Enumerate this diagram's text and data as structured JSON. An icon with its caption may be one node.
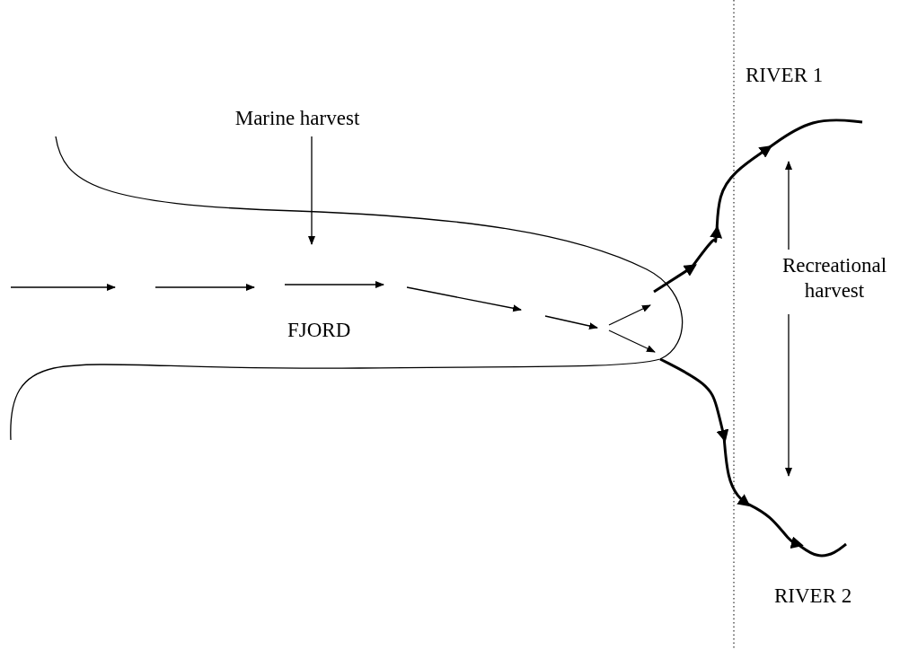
{
  "diagram": {
    "nodes": [
      {
        "text": [
          "FJORD"
        ]
      },
      {
        "text": [
          "Marine harvest"
        ]
      },
      {
        "text": [
          "Recreational harvest"
        ]
      },
      {
        "text": [],
        "shape": "line"
      },
      {
        "text": [],
        "shape": "line"
      }
    ],
    "edges": [
      {
        "from": 1,
        "to": 0,
        "arrow": "to"
      },
      {
        "from": 2,
        "to": 3,
        "arrow": "to"
      },
      {
        "from": 2,
        "to": 4,
        "arrow": "to"
      },
      {
        "from": 0,
        "to": 3,
        "arrow": "to"
      },
      {
        "from": 0,
        "to": 4,
        "arrow": "to"
      }
    ],
    "labels": [
      "RIVER 1",
      "RIVER 2"
    ]
  }
}
